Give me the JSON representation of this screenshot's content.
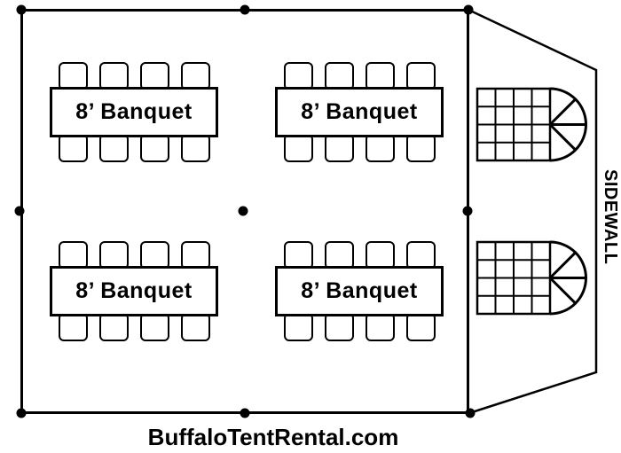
{
  "diagram": {
    "type": "tent-seating-layout",
    "background_color": "#ffffff",
    "line_color": "#000000"
  },
  "tables": [
    {
      "label": "8’ Banquet",
      "position": "top-left",
      "chairs": 8
    },
    {
      "label": "8’ Banquet",
      "position": "top-right",
      "chairs": 8
    },
    {
      "label": "8’ Banquet",
      "position": "bottom-left",
      "chairs": 8
    },
    {
      "label": "8’ Banquet",
      "position": "bottom-right",
      "chairs": 8
    }
  ],
  "sidewall": {
    "label": "SIDEWALL"
  },
  "footer": {
    "text": "BuffaloTentRental.com"
  },
  "poles": {
    "count": 9,
    "icon": "black-dot"
  },
  "side_structures": {
    "count": 2,
    "icon": "grid-table-with-fan-rounded-end"
  }
}
